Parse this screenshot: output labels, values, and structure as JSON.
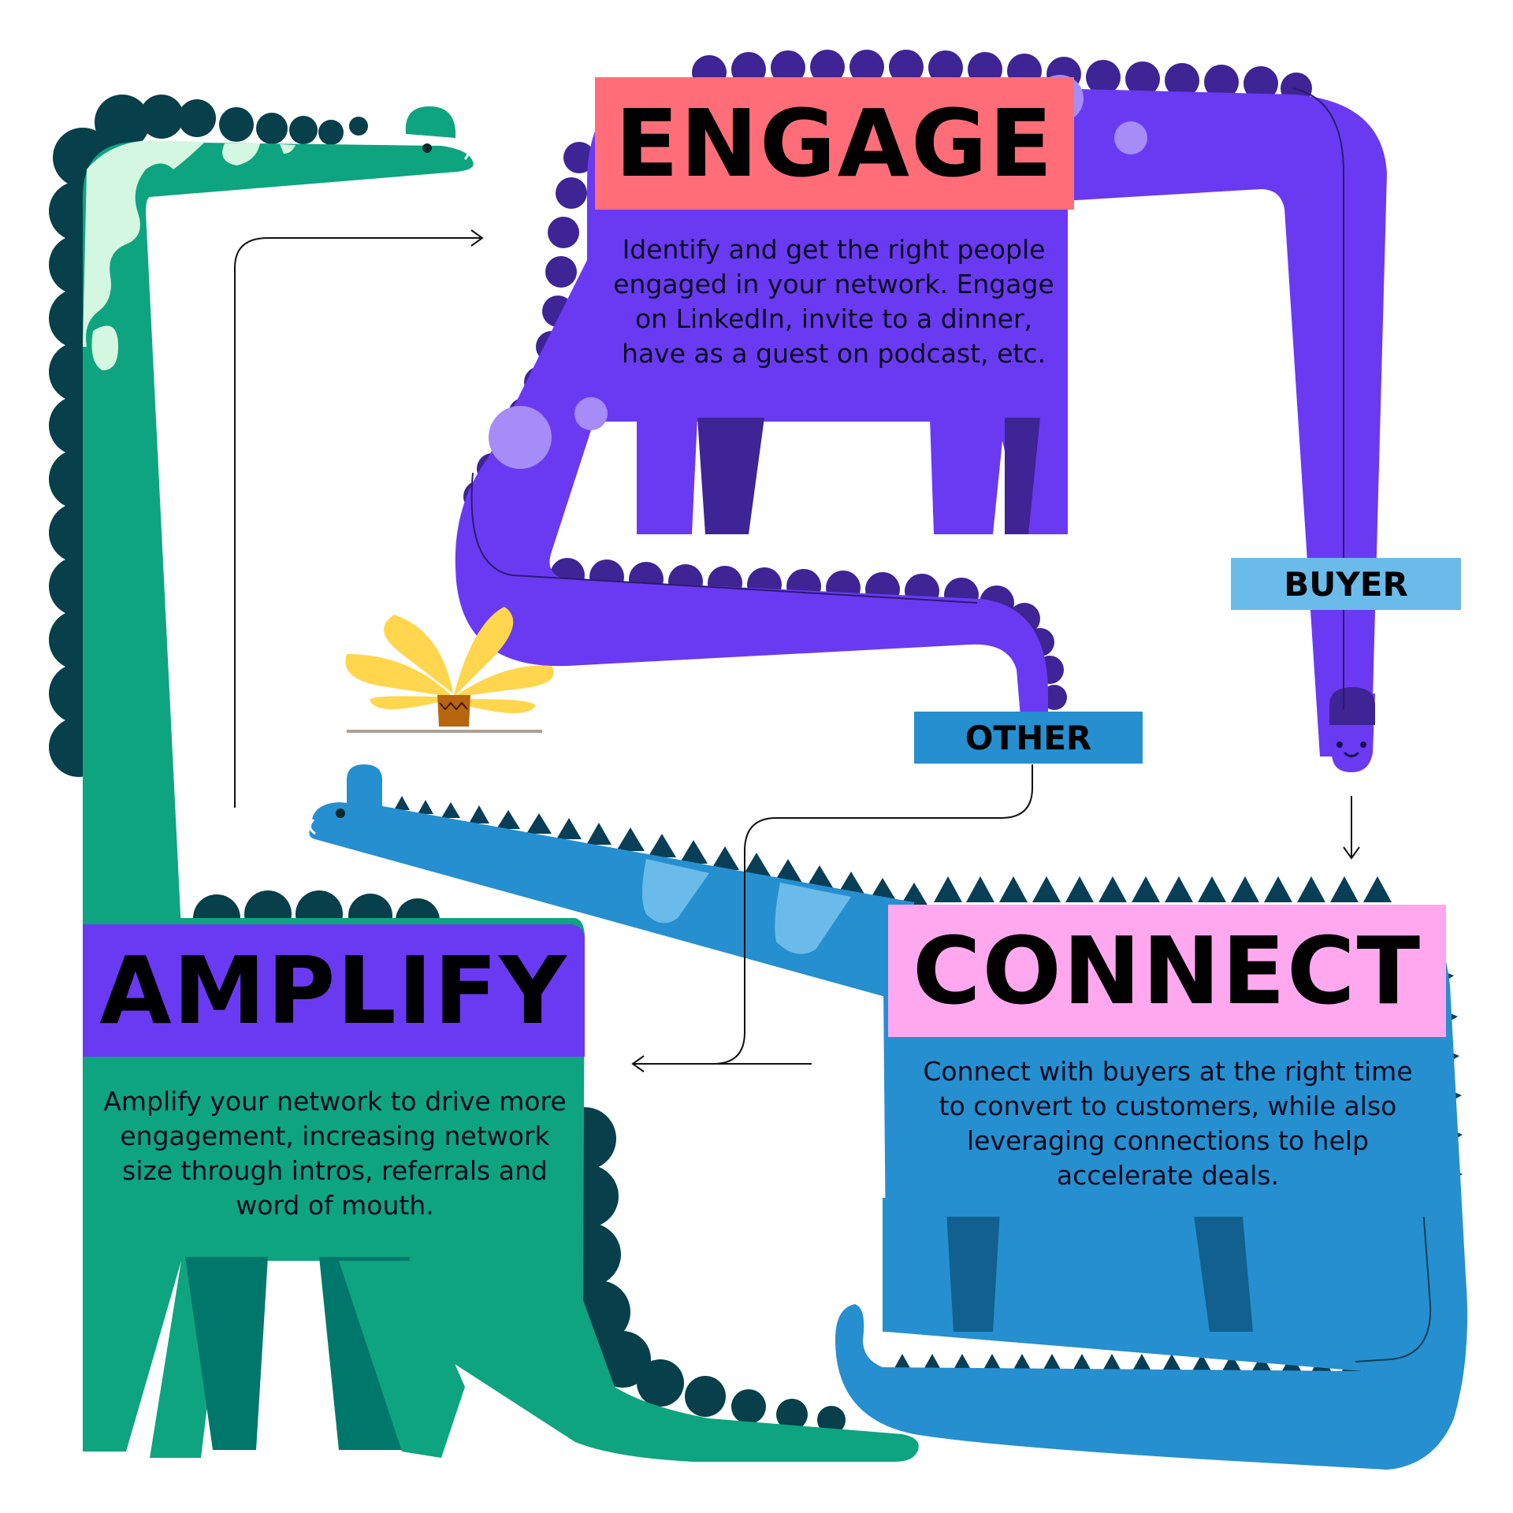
{
  "stages": {
    "engage": {
      "title": "ENGAGE",
      "description": "Identify and get the right people engaged in your network. Engage on LinkedIn, invite to a dinner, have as a guest on podcast, etc."
    },
    "connect": {
      "title": "CONNECT",
      "description": "Connect with buyers at the right time to convert to customers, while also leveraging connections to help accelerate deals."
    },
    "amplify": {
      "title": "AMPLIFY",
      "description": "Amplify your network to drive more engagement, increasing network size through intros, referrals and word of mouth."
    }
  },
  "tags": {
    "buyer": "BUYER",
    "other": "OTHER"
  },
  "colors": {
    "purple": "#6a3af2",
    "purple_dark": "#3e2494",
    "green": "#0ea47f",
    "green_dark": "#00776b",
    "green_spot": "#d3f7e1",
    "blue": "#268fcf",
    "blue_dark": "#11608f",
    "blue_light": "#6bbbea",
    "spikes_dark": "#083f57",
    "engage_title_bg": "#ff6d78",
    "connect_title_bg": "#ffa8ef",
    "buyer_tag_bg": "#6bbbea",
    "other_tag_bg": "#268fcf",
    "plant_yellow": "#ffd64d",
    "pot_brown": "#b8650f"
  }
}
